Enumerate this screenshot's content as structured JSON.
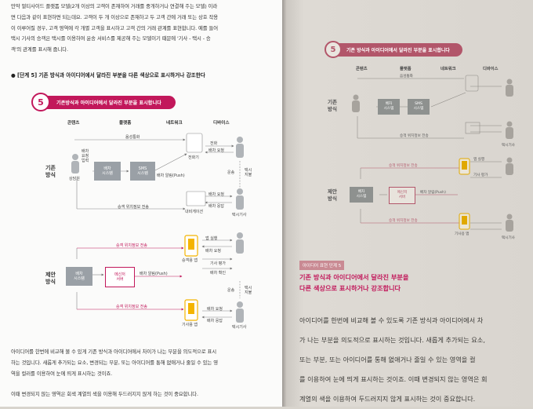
{
  "left_page": {
    "intro_lines": [
      "만약 멀티사이드 플랫폼 모델(2개 이상의 고객이 존재하여 거래를 중개하거나 연결해 주는 모델) 이라",
      "면 다음과 같이 표현하면 되는데요. 고객이 두 개 이상으로 존재하고 두 고객 간에 거래 또는 상호 작용",
      "이 이루어질 경우, 고객 영역에 각 개별 고객을 표시하고 고객 간의 거래 관계를 표현합니다. 예를 들어",
      "택시 기사의 승객은 택시를 이용하여 운송 서비스를 제공해 주는 모델이기 때문에 '기사 - 택시 - 승",
      "객'의 관계를 표시해 줍니다."
    ],
    "step_heading": "● [단계 5] 기존 방식과 아이디어에서 달라진 부분을 다른 색상으로 표시하거나 강조한다",
    "banner_number": "5",
    "banner_title": "기존방식과 아이디어에서 달라진 부분을 표시합니다",
    "columns": [
      "콘텐츠",
      "플랫폼",
      "네트워크",
      "디바이스"
    ],
    "existing_label": "기존\n방식",
    "proposed_label": "제안\n방식",
    "existing": {
      "top_flow": "음성통화",
      "dispatch_box": "배차\n시스템",
      "sms_box": "SMS\n시스템",
      "request_label": "배차\n요청\n입력",
      "agent_label": "상담원",
      "phone_label": "전화기",
      "call_label": "전화",
      "dispatch_request": "배차 요청",
      "dispatch_notice": "배차 알림(Push)",
      "operator_label": "운송",
      "taxi_label": "택시\n지불",
      "location_flow": "승객 위치정보 전송",
      "navigation_label": "내비게이션",
      "dispatch_req2": "배차 요청",
      "dispatch_ok": "배차 응답",
      "driver_label": "택시기사"
    },
    "proposed": {
      "location_top": "승객 위치정보 전송",
      "app_run": "앱 실행",
      "dispatch_request": "배차 요청",
      "dispatch_box": "배차\n시스템",
      "push_box": "메신저\n서버",
      "dispatch_notice": "배차 알림(Push)",
      "passenger_app": "승객용 앱",
      "rating": "기사 평가",
      "confirm": "배차 확인",
      "operator_label": "운송",
      "taxi_label": "택시\n지불",
      "location_bottom": "승객 위치정보 전송",
      "driver_app": "기사용 앱",
      "dispatch_req2": "배차 요청",
      "dispatch_ok": "배차 응답",
      "driver_label": "택시기사"
    },
    "outro_lines": [
      "아이디어를 한번에 비교해 볼 수 있게 기존 방식과 아이디어에서 차이가 나는 부분을 의도적으로 표시",
      "하는 것입니다. 새롭게 추가되는 요소, 변경되는 부분, 또는 아이디어를 통해 없애거나 줄일 수 있는 영",
      "역을 컬러를 이용하여 눈에 띄게 표시하는 것이죠."
    ],
    "last_line": "이때 변경되지 않는 영역은 회색 계열의 색을 이용해 두드러지지 않게 하는 것이 중요합니다."
  },
  "right_page": {
    "banner_number": "5",
    "banner_title": "기존 방식과 아이디어에서 달라진 부분을 표시합니다",
    "columns": [
      "콘텐츠",
      "플랫폼",
      "네트워크",
      "디바이스"
    ],
    "existing_label": "기존\n방식",
    "proposed_label": "제안\n방식",
    "tag": "아이디어 표현 단계 5",
    "heading_lines": [
      "기존 방식과 아이디어에서 달라진 부분을",
      "다른 색상으로 표시하거나 강조합니다"
    ],
    "body_lines": [
      "아이디어를 한번에 비교해 볼 수 있도록 기존 방식과 아이디어에서 차",
      "가 나는 부분을 의도적으로 표시하는 것입니다. 새롭게 추가되는 요소,",
      "또는 부분, 또는 아이디어를 통해 없애거나 줄일 수 있는 영역을 컬",
      "를 이용하여 눈에 띄게 표시하는 것이죠. 이때 변경되지 않는 영역은 회",
      "계열의 색을 이용하여 두드러지지 않게 표시하는 것이 중요합니다."
    ]
  },
  "colors": {
    "accent": "#c2185b",
    "accent_right": "#b2566a",
    "gray_box": "#9aa0a6",
    "highlight": "#f4b400"
  }
}
